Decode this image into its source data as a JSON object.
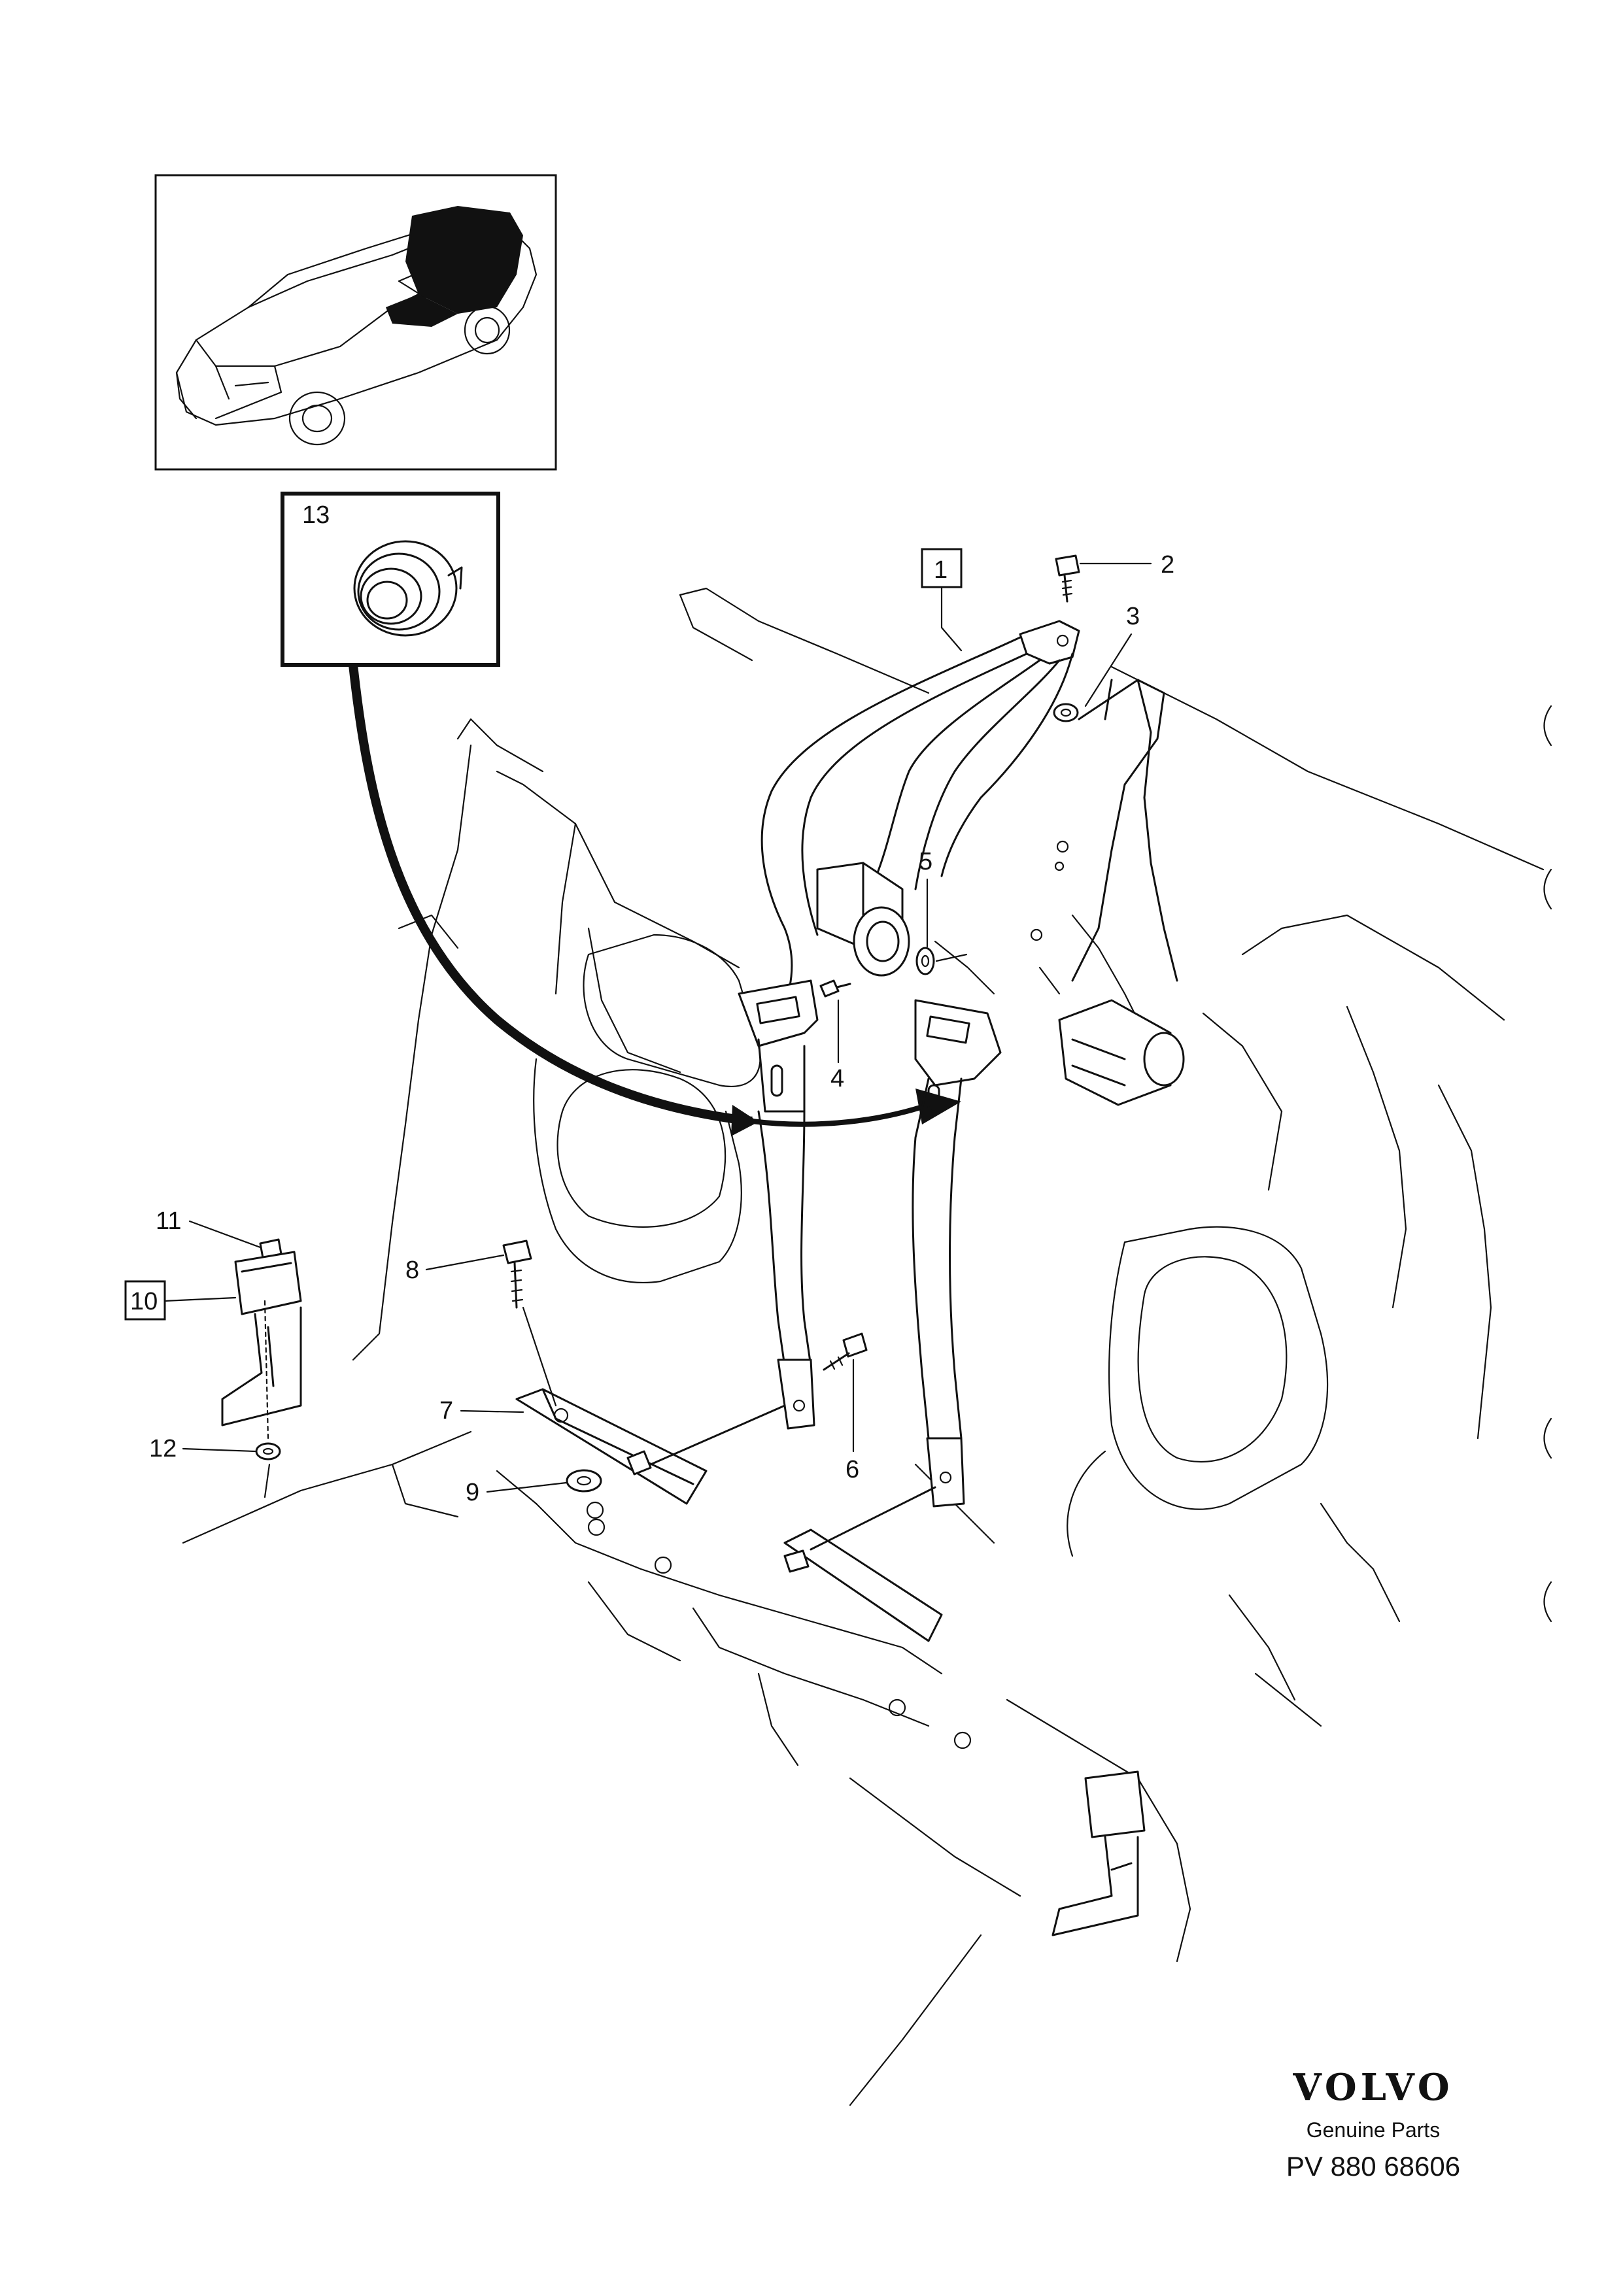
{
  "diagram": {
    "callouts": [
      {
        "id": "1",
        "boxed": true
      },
      {
        "id": "2",
        "boxed": false
      },
      {
        "id": "3",
        "boxed": false
      },
      {
        "id": "4",
        "boxed": false
      },
      {
        "id": "5",
        "boxed": false
      },
      {
        "id": "6",
        "boxed": false
      },
      {
        "id": "7",
        "boxed": false
      },
      {
        "id": "8",
        "boxed": false
      },
      {
        "id": "9",
        "boxed": false
      },
      {
        "id": "10",
        "boxed": true
      },
      {
        "id": "11",
        "boxed": false
      },
      {
        "id": "12",
        "boxed": false
      },
      {
        "id": "13",
        "boxed": false
      }
    ]
  },
  "branding": {
    "logo": "VOLVO",
    "subtitle": "Genuine Parts",
    "code": "PV 880 68606"
  }
}
